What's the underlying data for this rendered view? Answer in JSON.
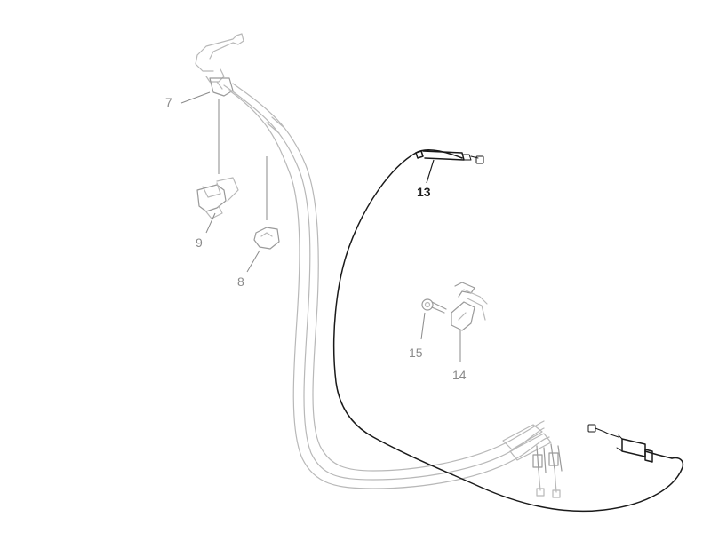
{
  "callouts": [
    {
      "label": "7"
    },
    {
      "label": "9"
    },
    {
      "label": "8"
    },
    {
      "label": "13"
    },
    {
      "label": "15"
    },
    {
      "label": "14"
    }
  ]
}
